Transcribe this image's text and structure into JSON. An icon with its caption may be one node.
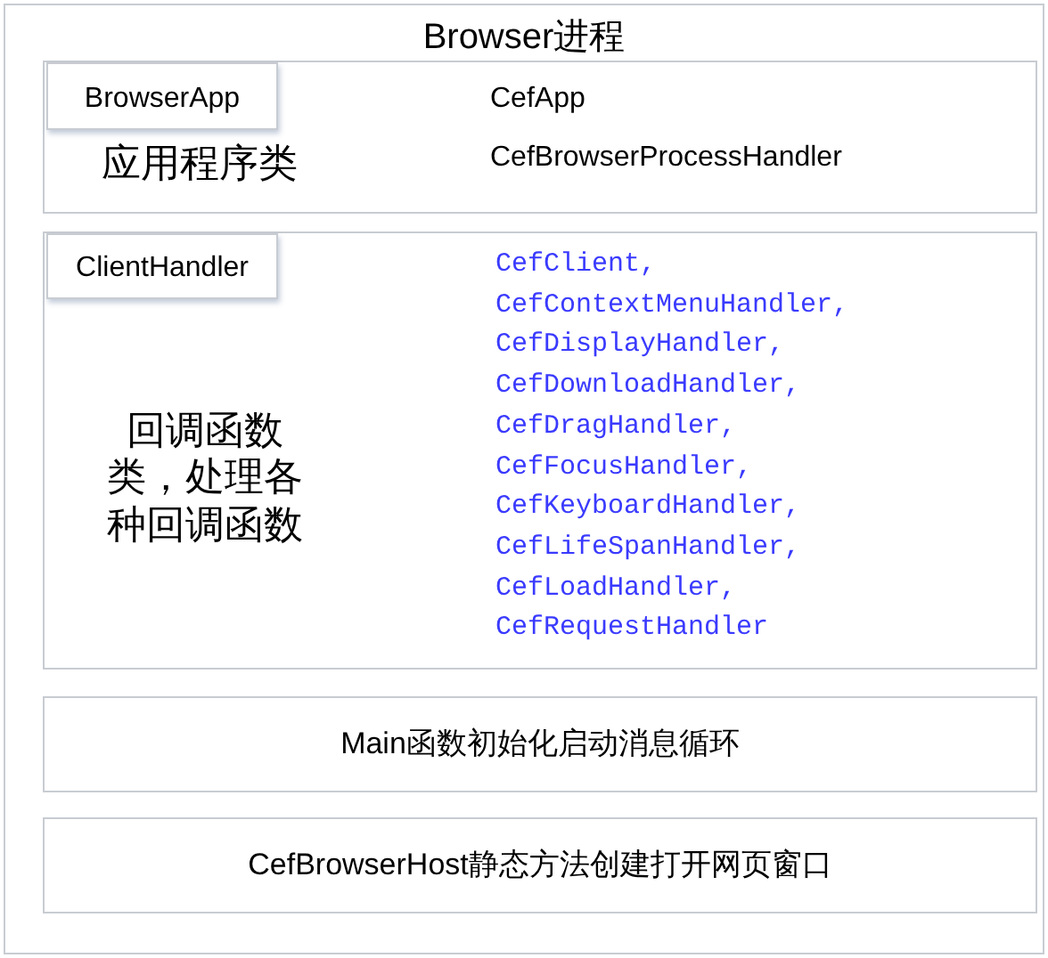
{
  "diagram": {
    "nodes": [
      {
        "text": [
          "Browser进程"
        ]
      },
      {
        "text": [
          "应用程序类",
          "CefApp",
          "CefBrowserProcessHandler"
        ],
        "in": 0
      },
      {
        "text": [
          "BrowserApp"
        ],
        "in": 1
      },
      {
        "text": [
          "回调函数类，处理各种回调函数",
          "CefClient,",
          "CefContextMenuHandler,",
          "CefDisplayHandler,",
          "CefDownloadHandler,",
          "CefDragHandler,",
          "CefFocusHandler,",
          "CefKeyboardHandler,",
          "CefLifeSpanHandler,",
          "CefLoadHandler,",
          "CefRequestHandler"
        ],
        "in": 0
      },
      {
        "text": [
          "ClientHandler"
        ],
        "in": 3
      },
      {
        "text": [
          "Main函数初始化启动消息循环"
        ],
        "in": 0
      },
      {
        "text": [
          "CefBrowserHost静态方法创建打开网页窗口"
        ],
        "in": 0
      }
    ],
    "edges": []
  }
}
